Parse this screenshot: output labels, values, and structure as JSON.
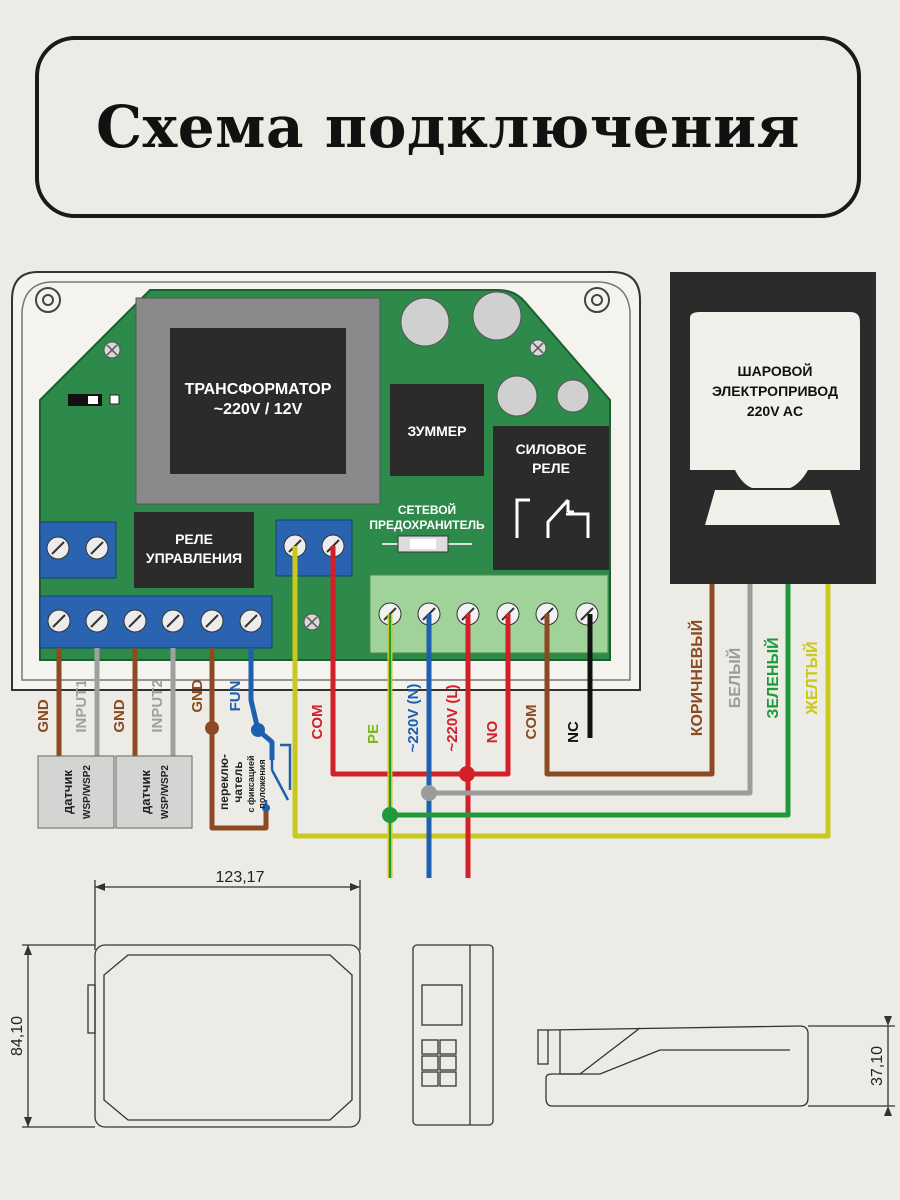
{
  "title": "Схема подключения",
  "blocks": {
    "transformer": [
      "ТРАНСФОРМАТОР",
      "~220V /  12V"
    ],
    "buzzer": "ЗУММЕР",
    "power_relay": [
      "СИЛОВОЕ",
      "РЕЛЕ"
    ],
    "control_relay": [
      "РЕЛЕ",
      "УПРАВЛЕНИЯ"
    ],
    "fuse": [
      "СЕТЕВОЙ",
      "ПРЕДОХРАНИТЕЛЬ"
    ],
    "actuator": [
      "ШАРОВОЙ",
      "ЭЛЕКТРОПРИВОД",
      "220V AC"
    ]
  },
  "terminal_labels": {
    "gnd1": "GND",
    "input1": "INPUT1",
    "gnd2": "GND",
    "input2": "INPUT2",
    "gnd3": "GND",
    "fun": "FUN",
    "com1": "COM",
    "pe": "PE",
    "n": "~220V (N)",
    "l": "~220V (L)",
    "no": "NO",
    "com2": "COM",
    "nc": "NC"
  },
  "wire_labels": {
    "brown": "КОРИЧНЕВЫЙ",
    "white": "БЕЛЫЙ",
    "green": "ЗЕЛЕНЫЙ",
    "yellow": "ЖЕЛТЫЙ"
  },
  "sensors": [
    [
      "датчик",
      "WSP/WSP2"
    ],
    [
      "датчик",
      "WSP/WSP2"
    ]
  ],
  "switch_label": [
    "переклю-",
    "чатель",
    "с фиксацией",
    "положения"
  ],
  "dimensions": {
    "width": "123,17",
    "height": "84,10",
    "depth": "37,10"
  },
  "colors": {
    "board": "#2d8a4a",
    "brown": "#8b4a22",
    "gray": "#9c9c9c",
    "green_wire": "#1f9a3a",
    "yellow": "#c8c81e",
    "red": "#d21f2a",
    "blue_wire": "#1e5fb0",
    "terminal_blue": "#2a63b0",
    "terminal_green": "#9fd39a"
  }
}
